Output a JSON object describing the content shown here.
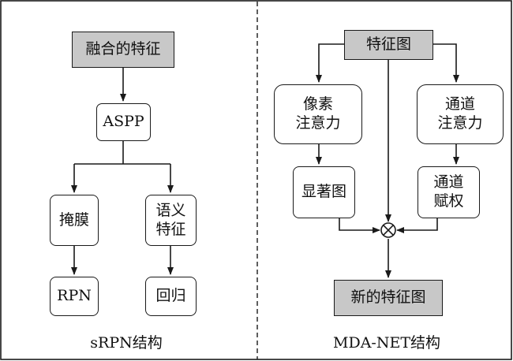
{
  "left": {
    "fused_features": "融合的特征",
    "aspp": "ASPP",
    "mask": "掩膜",
    "semantic_features": "语义\n特征",
    "rpn": "RPN",
    "regression": "回归",
    "caption": "sRPN结构"
  },
  "right": {
    "feature_map": "特征图",
    "pixel_attention": "像素\n注意力",
    "channel_attention": "通道\n注意力",
    "saliency_map": "显著图",
    "channel_weighting": "通道\n赋权",
    "new_feature_map": "新的特征图",
    "caption": "MDA-NET结构"
  },
  "colors": {
    "gray_box": "#c8c8c8",
    "stroke": "#1a1a1a"
  }
}
